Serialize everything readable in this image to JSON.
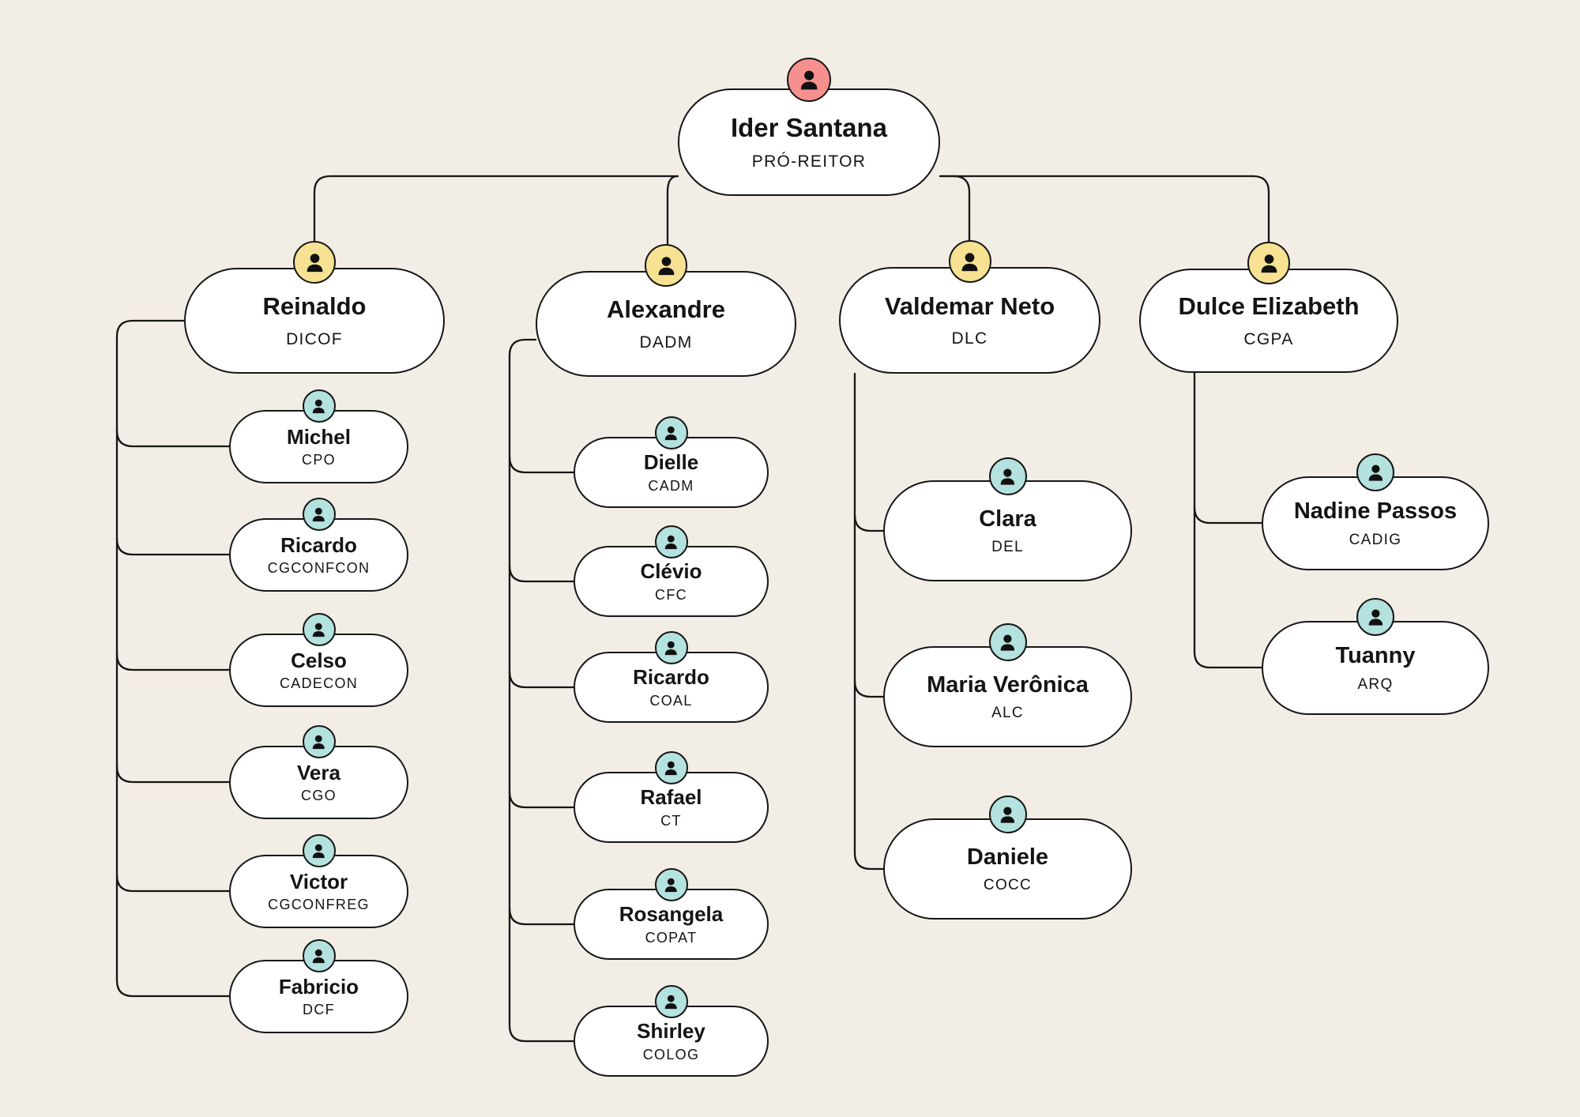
{
  "palette": {
    "background": "#F2EDE5",
    "node_fill": "#FFFFFF",
    "stroke": "#161616",
    "avatar_colors": {
      "red": "#F6908F",
      "yellow": "#F7E192",
      "teal": "#B4E2DF"
    }
  },
  "org": {
    "root": {
      "name": "Ider Santana",
      "role": "PRÓ-REITOR",
      "avatar": "red"
    },
    "branches": [
      {
        "name": "Reinaldo",
        "role": "DICOF",
        "avatar": "yellow",
        "children": [
          {
            "name": "Michel",
            "role": "CPO",
            "avatar": "teal"
          },
          {
            "name": "Ricardo",
            "role": "CGCONFCON",
            "avatar": "teal"
          },
          {
            "name": "Celso",
            "role": "CADECON",
            "avatar": "teal"
          },
          {
            "name": "Vera",
            "role": "CGO",
            "avatar": "teal"
          },
          {
            "name": "Victor",
            "role": "CGCONFREG",
            "avatar": "teal"
          },
          {
            "name": "Fabricio",
            "role": "DCF",
            "avatar": "teal"
          }
        ]
      },
      {
        "name": "Alexandre",
        "role": "DADM",
        "avatar": "yellow",
        "children": [
          {
            "name": "Dielle",
            "role": "CADM",
            "avatar": "teal"
          },
          {
            "name": "Clévio",
            "role": "CFC",
            "avatar": "teal"
          },
          {
            "name": "Ricardo",
            "role": "COAL",
            "avatar": "teal"
          },
          {
            "name": "Rafael",
            "role": "CT",
            "avatar": "teal"
          },
          {
            "name": "Rosangela",
            "role": "COPAT",
            "avatar": "teal"
          },
          {
            "name": "Shirley",
            "role": "COLOG",
            "avatar": "teal"
          }
        ]
      },
      {
        "name": "Valdemar Neto",
        "role": "DLC",
        "avatar": "yellow",
        "children": [
          {
            "name": "Clara",
            "role": "DEL",
            "avatar": "teal"
          },
          {
            "name": "Maria Verônica",
            "role": "ALC",
            "avatar": "teal"
          },
          {
            "name": "Daniele",
            "role": "COCC",
            "avatar": "teal"
          }
        ]
      },
      {
        "name": "Dulce Elizabeth",
        "role": "CGPA",
        "avatar": "yellow",
        "children": [
          {
            "name": "Nadine Passos",
            "role": "CADIG",
            "avatar": "teal"
          },
          {
            "name": "Tuanny",
            "role": "ARQ",
            "avatar": "teal"
          }
        ]
      }
    ]
  }
}
